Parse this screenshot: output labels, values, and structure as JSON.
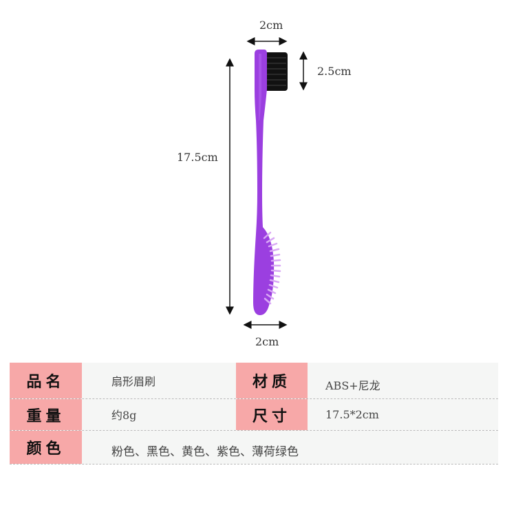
{
  "dimensions": {
    "top_width": "2cm",
    "head_height": "2.5cm",
    "total_length": "17.5cm",
    "bottom_width": "2cm"
  },
  "colors": {
    "handle": "#9b3fe0",
    "bristle": "#111111",
    "header_bg": "#f7a8a8",
    "value_bg": "#f5f6f5"
  },
  "specs": {
    "name_label": "品名",
    "name_value": "扇形眉刷",
    "material_label": "材质",
    "material_value": "ABS+尼龙",
    "weight_label": "重量",
    "weight_value": "约8g",
    "size_label": "尺寸",
    "size_value": "17.5*2cm",
    "color_label": "颜色",
    "color_value": "粉色、黑色、黄色、紫色、薄荷绿色"
  }
}
